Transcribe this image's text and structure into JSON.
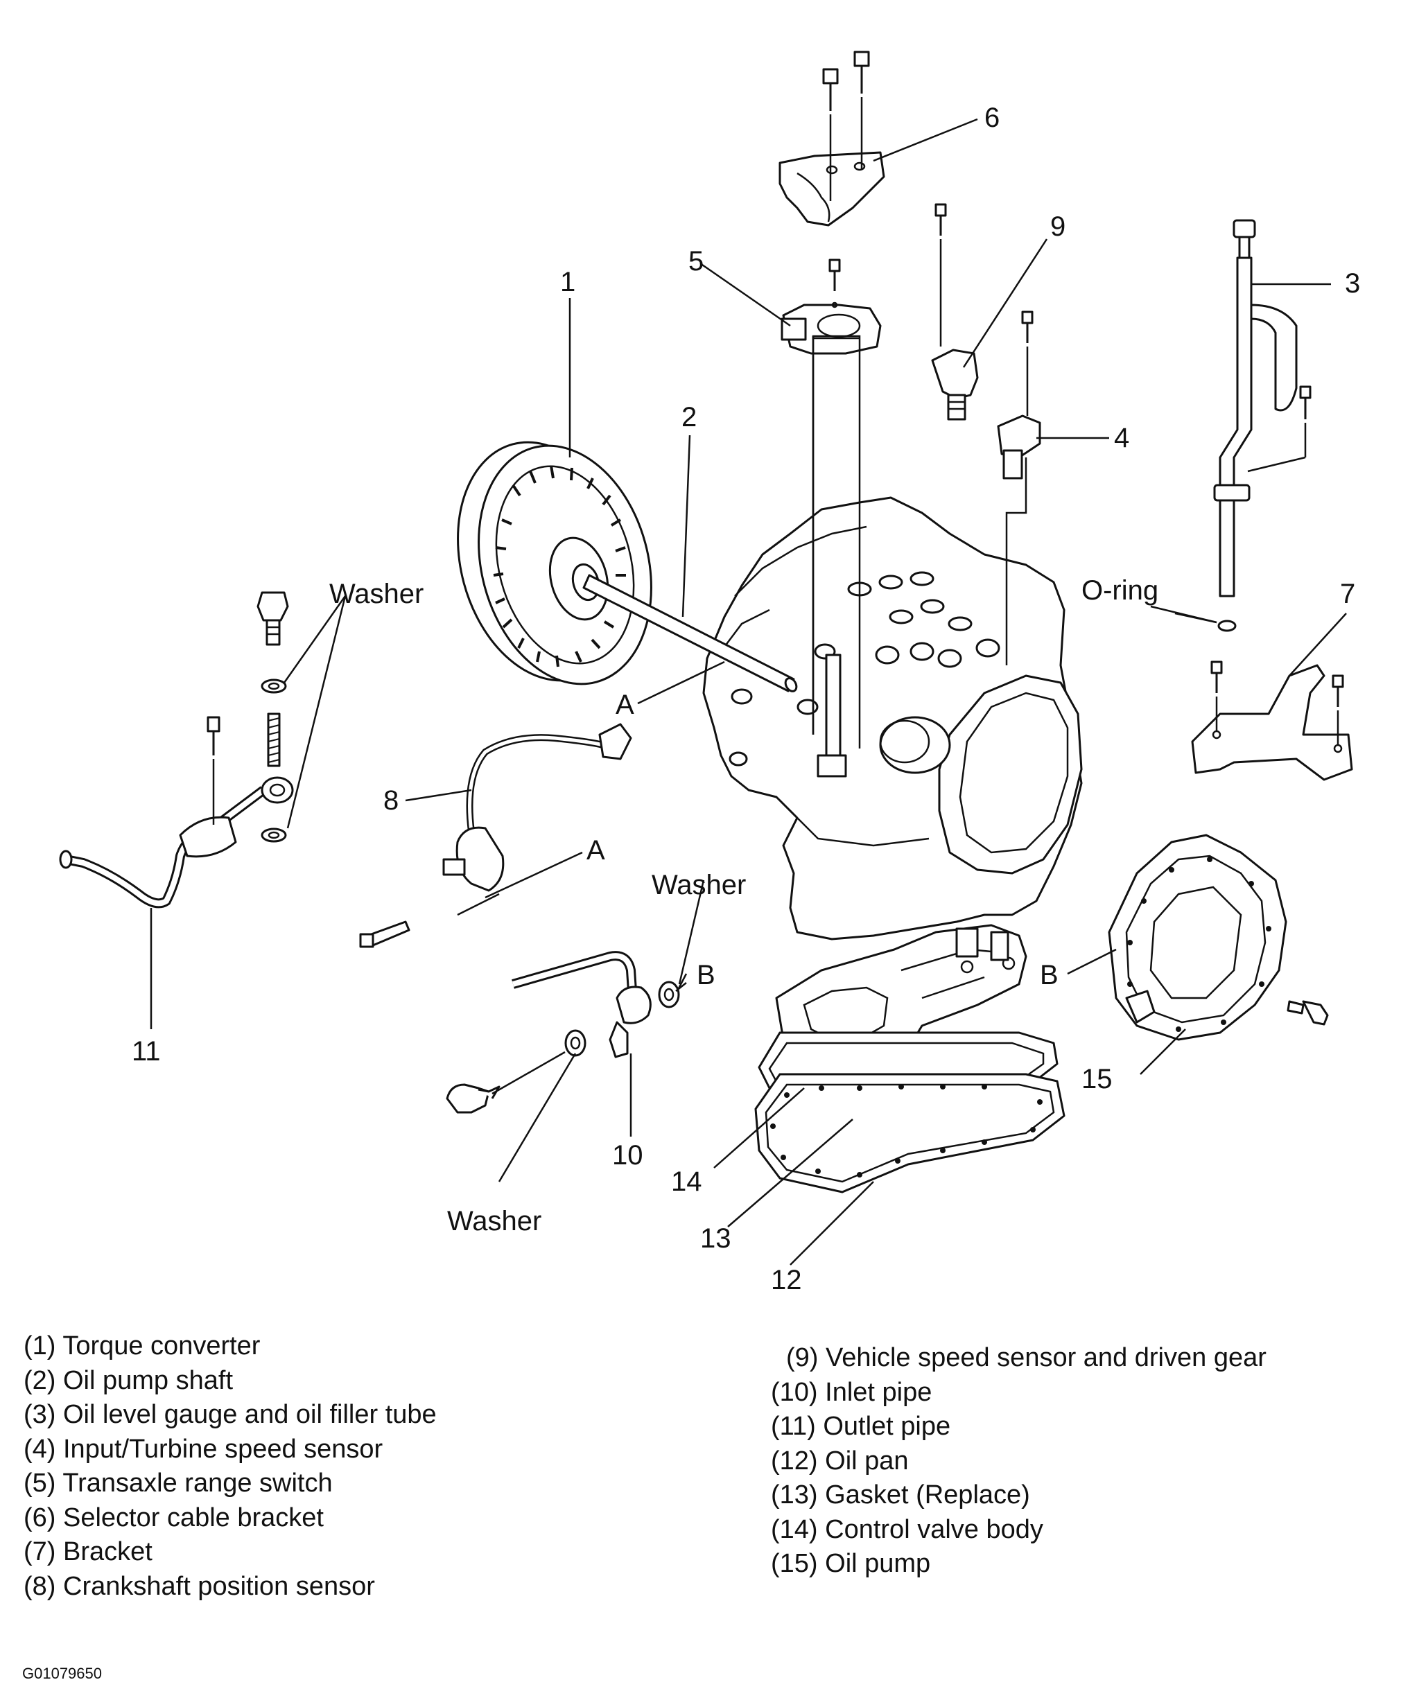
{
  "callouts": {
    "c1": "1",
    "c2": "2",
    "c3": "3",
    "c4": "4",
    "c5": "5",
    "c6": "6",
    "c7": "7",
    "c8": "8",
    "c9": "9",
    "c10": "10",
    "c11": "11",
    "c12": "12",
    "c13": "13",
    "c14": "14",
    "c15": "15",
    "washer_top": "Washer",
    "washer_mid": "Washer",
    "washer_bottom": "Washer",
    "oring": "O-ring",
    "a_upper": "A",
    "a_lower": "A",
    "b_left": "B",
    "b_right": "B"
  },
  "legend_left": [
    "(1) Torque converter",
    "(2) Oil pump shaft",
    "(3) Oil level gauge and oil filler tube",
    "(4) Input/Turbine speed sensor",
    "(5) Transaxle range switch",
    "(6) Selector cable bracket",
    "(7) Bracket",
    "(8) Crankshaft position sensor"
  ],
  "legend_right": [
    "(9) Vehicle speed sensor and driven gear",
    "(10) Inlet pipe",
    "(11) Outlet pipe",
    "(12) Oil pan",
    "(13) Gasket (Replace)",
    "(14) Control valve body",
    "(15) Oil pump"
  ],
  "figure_id": "G01079650"
}
